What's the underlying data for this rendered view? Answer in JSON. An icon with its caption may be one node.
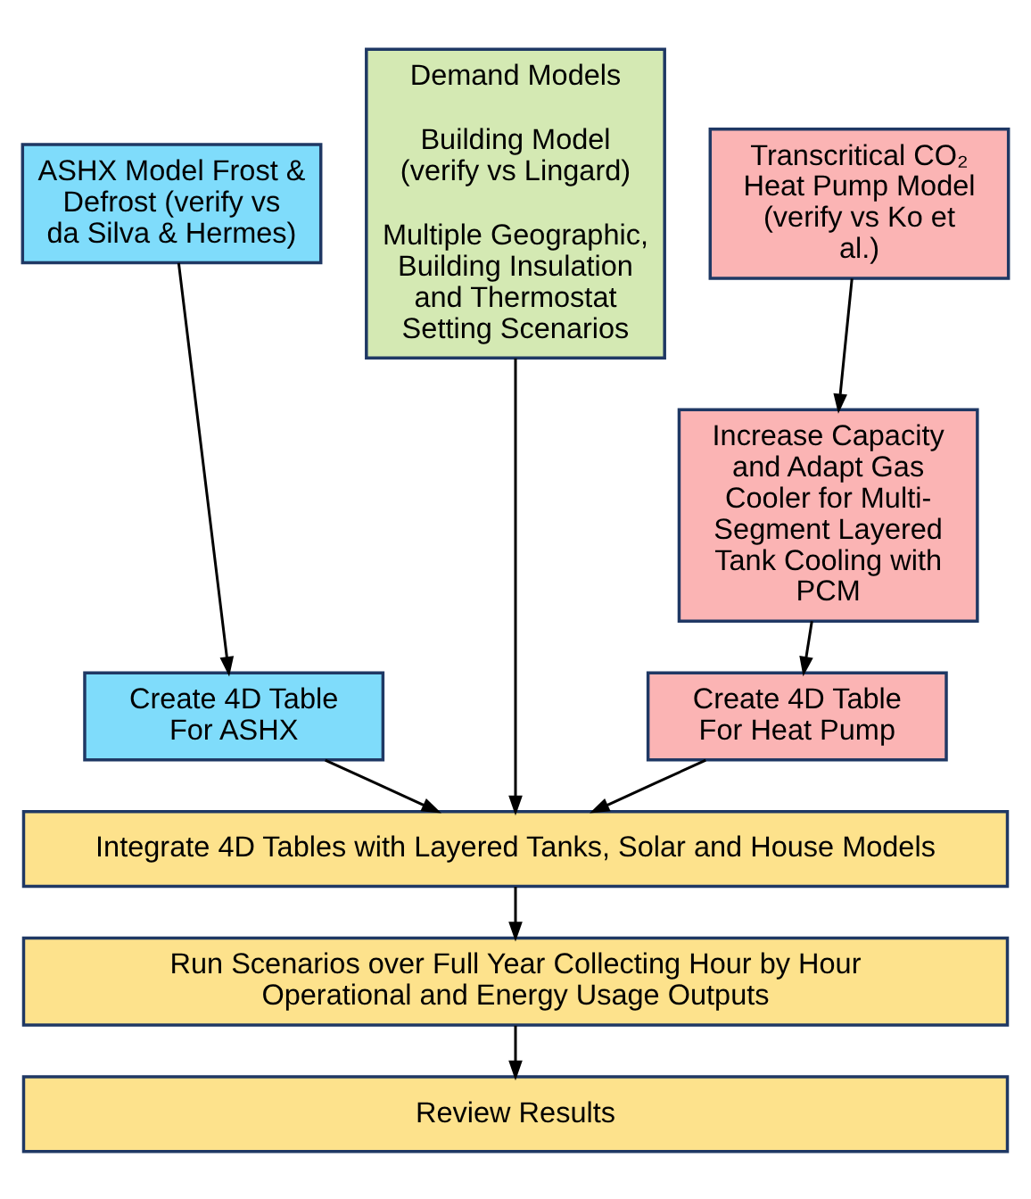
{
  "diagram": {
    "nodes": [
      {
        "text": [
          "ASHX Model Frost & Defrost (verify vs da Silva & Hermes)"
        ]
      },
      {
        "text": [
          "Transcritical CO₂ Heat Pump Model (verify vs Ko et al.)"
        ]
      },
      {
        "text": [
          "Increase Capacity and Adapt Gas Cooler for Multi-Segment Layered Tank Cooling with PCM"
        ]
      },
      {
        "text": [
          "Demand Models",
          "Building Model (verify vs Lingard)",
          "Multiple Geographic, Building Insulation and Thermostat Setting Scenarios"
        ]
      },
      {
        "text": [
          "Create 4D Table For ASHX"
        ]
      },
      {
        "text": [
          "Create 4D Table For Heat Pump"
        ]
      },
      {
        "text": [
          "Integrate 4D Tables with Layered Tanks, Solar and House Models"
        ]
      },
      {
        "text": [
          "Run Scenarios over Full Year Collecting Hour by Hour Operational and Energy Usage Outputs"
        ]
      },
      {
        "text": [
          "Review Results"
        ]
      }
    ],
    "edges": [
      {
        "from": 0,
        "to": 4,
        "arrow": "to"
      },
      {
        "from": 1,
        "to": 2,
        "arrow": "to"
      },
      {
        "from": 2,
        "to": 5,
        "arrow": "to"
      },
      {
        "from": 4,
        "to": 6,
        "arrow": "to"
      },
      {
        "from": 5,
        "to": 6,
        "arrow": "to"
      },
      {
        "from": 3,
        "to": 6,
        "arrow": "to"
      },
      {
        "from": 6,
        "to": 7,
        "arrow": "to"
      },
      {
        "from": 7,
        "to": 8,
        "arrow": "to"
      }
    ]
  }
}
